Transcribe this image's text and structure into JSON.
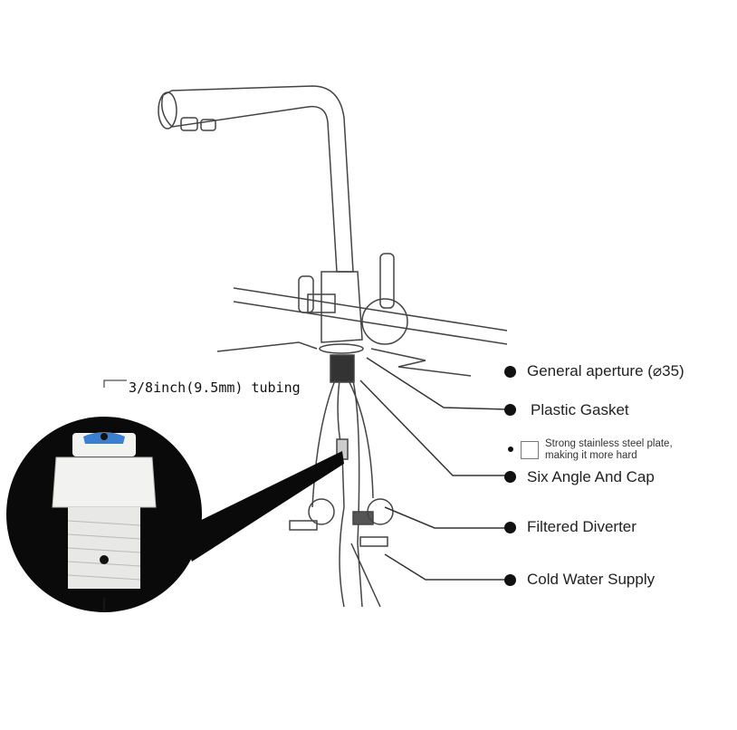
{
  "tubing_label": "3/8inch(9.5mm) tubing",
  "labels": {
    "general_aperture": "General aperture (⌀35)",
    "plastic_gasket": "Plastic Gasket",
    "steel_plate_note": [
      "Strong stainless steel plate,",
      "making it more hard"
    ],
    "six_angle": "Six Angle And Cap",
    "filtered_diverter": "Filtered Diverter",
    "cold_water": "Cold Water Supply"
  },
  "colors": {
    "accent_blue": "#3a7fd0",
    "fitting_white": "#f2f2f0",
    "circle_bg": "#0a0a0a"
  }
}
